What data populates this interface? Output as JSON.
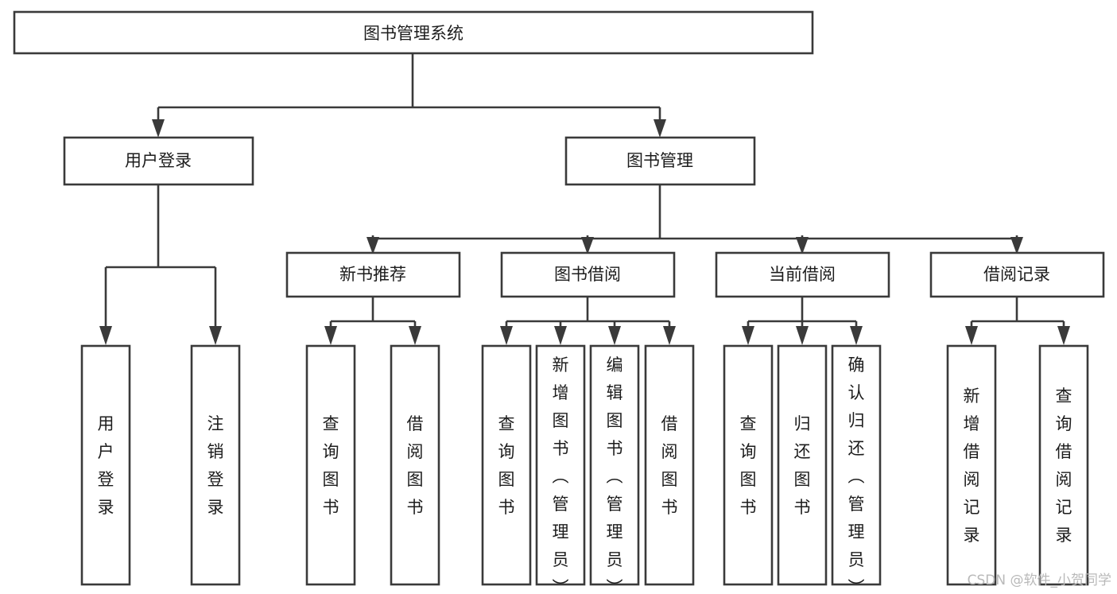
{
  "diagram": {
    "title": "图书管理系统",
    "type": "tree-hierarchy-chart",
    "orientation": "top-down",
    "watermark": "CSDN @软件_小贺同学",
    "colors": {
      "background": "#ffffff",
      "box_stroke": "#3a3a3a",
      "box_fill": "#ffffff",
      "text": "#1c1c1c",
      "watermark": "#b9b9b9"
    }
  },
  "nodes": {
    "root": {
      "label": "图书管理系统",
      "level": 0
    },
    "level1": [
      {
        "id": "user-login",
        "label": "用户登录"
      },
      {
        "id": "book-manage",
        "label": "图书管理"
      }
    ],
    "level2": [
      {
        "id": "new-book-recommend",
        "label": "新书推荐",
        "parent": "book-manage"
      },
      {
        "id": "book-borrow",
        "label": "图书借阅",
        "parent": "book-manage"
      },
      {
        "id": "current-borrow",
        "label": "当前借阅",
        "parent": "book-manage"
      },
      {
        "id": "borrow-record",
        "label": "借阅记录",
        "parent": "book-manage"
      }
    ],
    "leaves": {
      "user-login": [
        {
          "id": "leaf-user-login",
          "label": "用户登录"
        },
        {
          "id": "leaf-user-logout",
          "label": "注销登录"
        }
      ],
      "new-book-recommend": [
        {
          "id": "leaf-query-book-1",
          "label": "查询图书"
        },
        {
          "id": "leaf-borrow-book-1",
          "label": "借阅图书"
        }
      ],
      "book-borrow": [
        {
          "id": "leaf-query-book-2",
          "label": "查询图书"
        },
        {
          "id": "leaf-add-book",
          "label": "新增图书（管理员）"
        },
        {
          "id": "leaf-edit-book",
          "label": "编辑图书（管理员）"
        },
        {
          "id": "leaf-borrow-book-2",
          "label": "借阅图书"
        }
      ],
      "current-borrow": [
        {
          "id": "leaf-query-book-3",
          "label": "查询图书"
        },
        {
          "id": "leaf-return-book",
          "label": "归还图书"
        },
        {
          "id": "leaf-confirm-return",
          "label": "确认归还（管理员）"
        }
      ],
      "borrow-record": [
        {
          "id": "leaf-add-record",
          "label": "新增借阅记录"
        },
        {
          "id": "leaf-query-record",
          "label": "查询借阅记录"
        }
      ]
    }
  }
}
